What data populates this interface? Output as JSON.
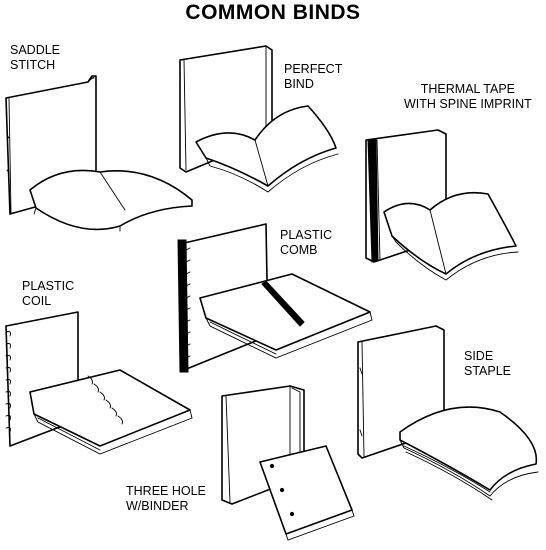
{
  "title": "COMMON BINDS",
  "binds": [
    {
      "lines": [
        "SADDLE",
        "STITCH"
      ]
    },
    {
      "lines": [
        "PERFECT",
        "BIND"
      ]
    },
    {
      "lines": [
        "THERMAL TAPE",
        "WITH SPINE IMPRINT"
      ]
    },
    {
      "lines": [
        "PLASTIC",
        "COMB"
      ]
    },
    {
      "lines": [
        "PLASTIC",
        "COIL"
      ]
    },
    {
      "lines": [
        "SIDE",
        "STAPLE"
      ]
    },
    {
      "lines": [
        "THREE HOLE",
        "W/BINDER"
      ]
    }
  ]
}
